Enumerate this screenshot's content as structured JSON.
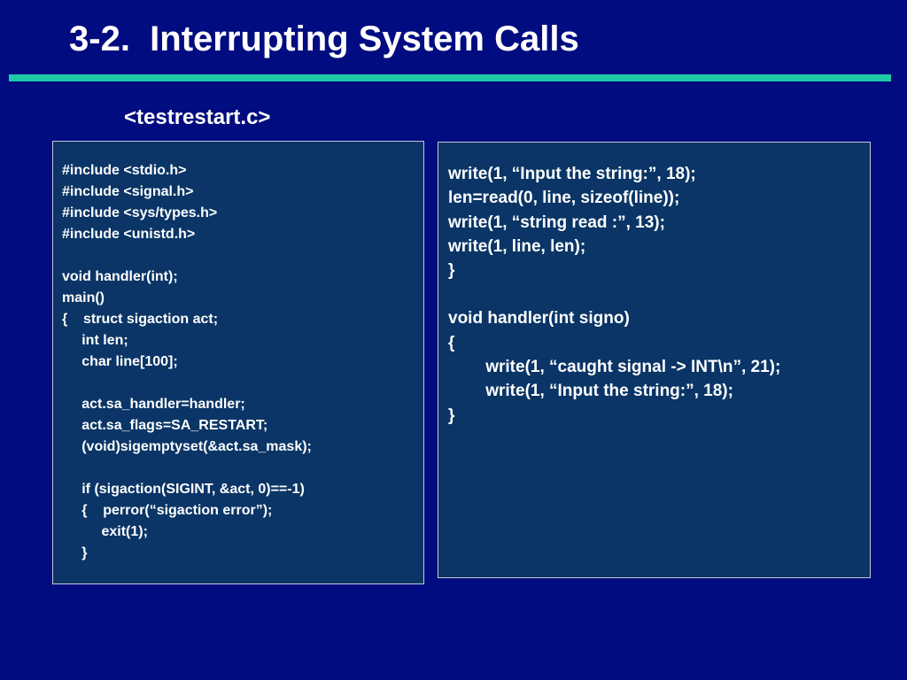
{
  "slide": {
    "title": "3-2.  Interrupting System Calls",
    "subtitle": "<testrestart.c>"
  },
  "colors": {
    "background": "#000c80",
    "accent_rule": "#1ec9a6",
    "panel_fill": "#0a3566",
    "text": "#ffffff"
  },
  "left_code": {
    "lines": [
      "#include <stdio.h>",
      "#include <signal.h>",
      "#include <sys/types.h>",
      "#include <unistd.h>",
      "void handler(int);",
      "main()",
      "{    struct sigaction act;",
      "     int len;",
      "     char line[100];",
      "     act.sa_handler=handler;",
      "     act.sa_flags=SA_RESTART;",
      "     (void)sigemptyset(&act.sa_mask);",
      "     if (sigaction(SIGINT, &act, 0)==-1)",
      "     {    perror(“sigaction error”);",
      "          exit(1);",
      "     }"
    ]
  },
  "right_code": {
    "lines": [
      "write(1, “Input the string:”, 18);",
      "len=read(0, line, sizeof(line));",
      "write(1, “string read :”, 13);",
      "write(1, line, len);",
      "}",
      "void handler(int signo)",
      "{",
      "        write(1, “caught signal -> INT\\n”, 21);",
      "        write(1, “Input the string:”, 18);",
      "}"
    ]
  }
}
